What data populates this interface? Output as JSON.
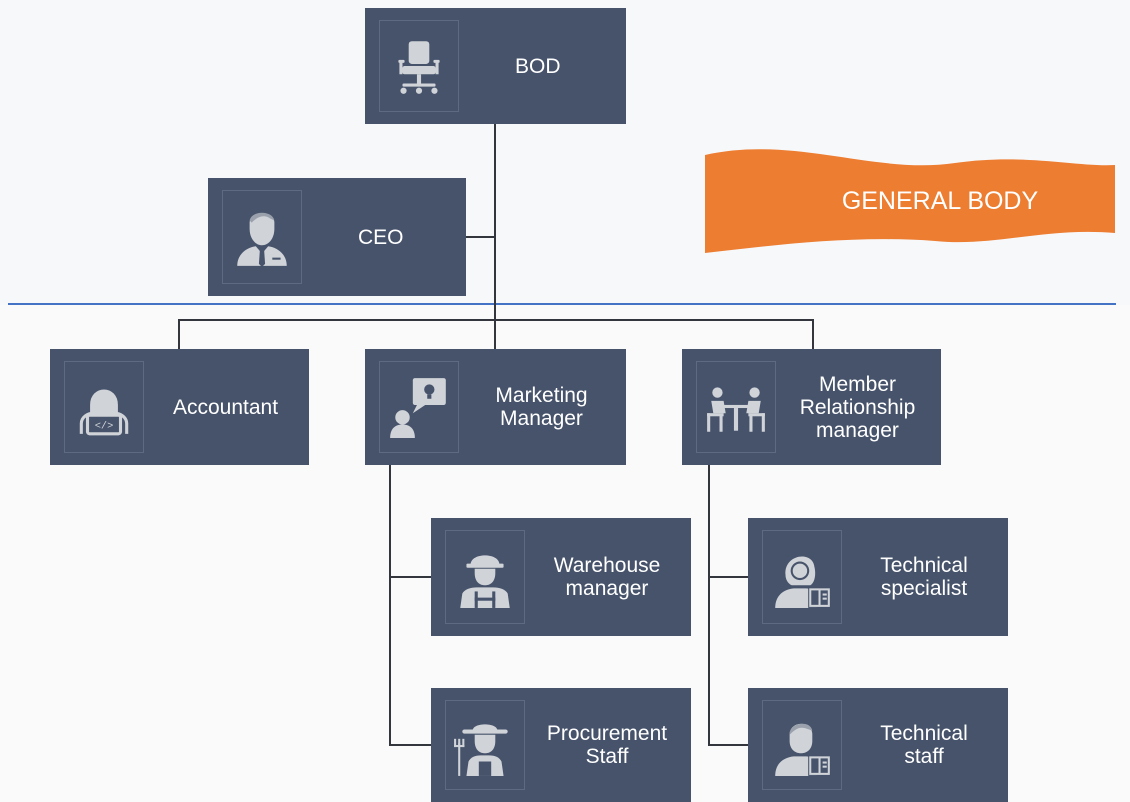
{
  "banner": {
    "text": "GENERAL BODY",
    "color": "#ed7d31"
  },
  "accent": {
    "card": "#46536b",
    "divider": "#4472c4"
  },
  "nodes": {
    "bod": {
      "label": "BOD",
      "icon": "office-chair-icon"
    },
    "ceo": {
      "label": "CEO",
      "icon": "businessman-icon"
    },
    "accountant": {
      "label": "Accountant",
      "icon": "developer-laptop-icon"
    },
    "marketing_manager": {
      "label": "Marketing\nManager",
      "icon": "idea-presenter-icon"
    },
    "member_relationship_manager": {
      "label": "Member\nRelationship\nmanager",
      "icon": "meeting-table-icon"
    },
    "warehouse_manager": {
      "label": "Warehouse\nmanager",
      "icon": "construction-worker-icon"
    },
    "procurement_staff": {
      "label": "Procurement\nStaff",
      "icon": "farmer-icon"
    },
    "technical_specialist": {
      "label": "Technical\nspecialist",
      "icon": "woman-with-book-icon"
    },
    "technical_staff": {
      "label": "Technical\nstaff",
      "icon": "man-with-book-icon"
    }
  }
}
